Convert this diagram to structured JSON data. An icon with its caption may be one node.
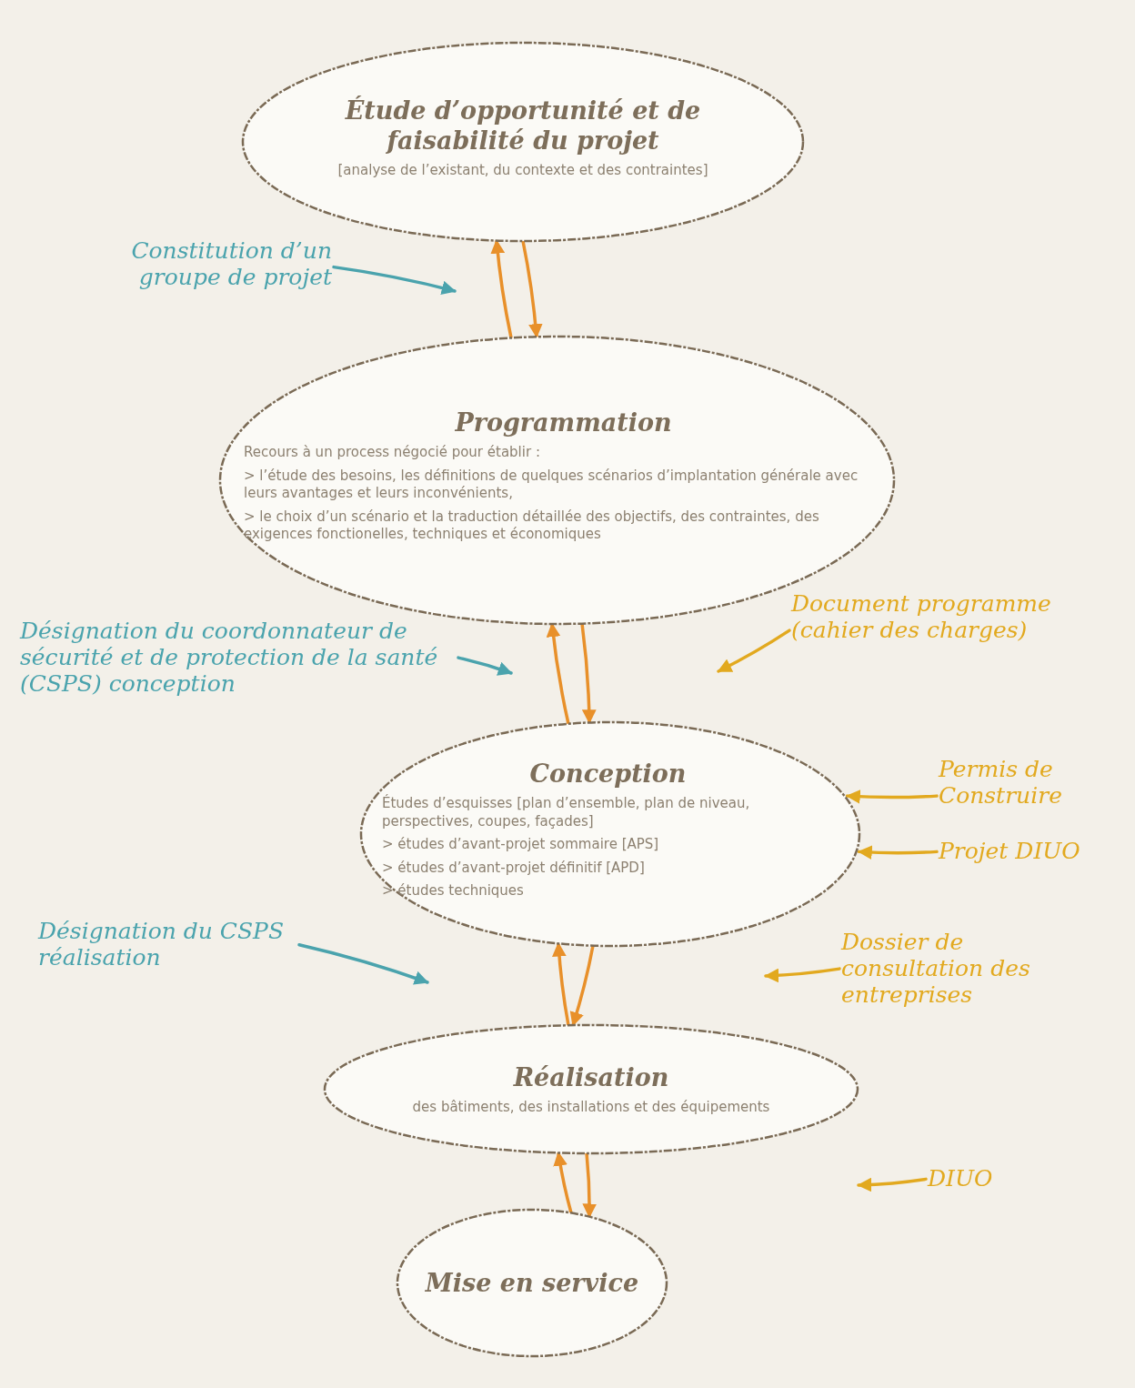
{
  "diagram": {
    "nodes": [
      {
        "text": [
          "Étude d’opportunité et de faisabilité du projet",
          "[analyse de l’existant, du contexte et des contraintes]"
        ]
      },
      {
        "text": [
          "Programmation",
          "Recours à un process négocié pour établir :",
          "> l’étude des besoins, les définitions de quelques scénarios d’implantation générale avec leurs avantages et leurs inconvénients,",
          "> le choix d’un scénario et la traduction détaillée des objectifs, des contraintes, des exigences fonctionelles, techniques et économiques"
        ]
      },
      {
        "text": [
          "Conception",
          "Études d’esquisses [plan d’ensemble, plan de niveau, perspectives, coupes, façades]",
          "> études d’avant-projet sommaire [APS]",
          "> études d’avant-projet définitif [APD]",
          "> études techniques"
        ]
      },
      {
        "text": [
          "Réalisation",
          "des bâtiments, des installations et des équipements"
        ]
      },
      {
        "text": [
          "Mise en service"
        ]
      },
      {
        "text": [
          "Constitution d’un groupe de projet"
        ]
      },
      {
        "text": [
          "Désignation du coordonnateur de sécurité et de protection de la santé (CSPS) conception"
        ]
      },
      {
        "text": [
          "Document programme (cahier des charges)"
        ]
      },
      {
        "text": [
          "Permis de Construire"
        ]
      },
      {
        "text": [
          "Projet DIUO"
        ]
      },
      {
        "text": [
          "Désignation du CSPS réalisation"
        ]
      },
      {
        "text": [
          "Dossier de consultation des entreprises"
        ]
      },
      {
        "text": [
          "DIUO"
        ]
      }
    ],
    "edges": [
      {
        "from": 1,
        "to": 0,
        "arrow": "to"
      },
      {
        "from": 0,
        "to": 1,
        "arrow": "to"
      },
      {
        "from": 5,
        "to": null,
        "arrow": "to",
        "color": "#4aa3ad"
      },
      {
        "from": 2,
        "to": 1,
        "arrow": "to"
      },
      {
        "from": 1,
        "to": 2,
        "arrow": "to"
      },
      {
        "from": 6,
        "to": null,
        "arrow": "to",
        "color": "#4aa3ad"
      },
      {
        "from": 7,
        "to": null,
        "arrow": "to",
        "color": "#e2a91f"
      },
      {
        "from": 8,
        "to": 2,
        "arrow": "to",
        "color": "#e2a91f"
      },
      {
        "from": 9,
        "to": 2,
        "arrow": "to",
        "color": "#e2a91f"
      },
      {
        "from": 3,
        "to": 2,
        "arrow": "to"
      },
      {
        "from": 2,
        "to": 3,
        "arrow": "to"
      },
      {
        "from": 10,
        "to": null,
        "arrow": "to",
        "color": "#4aa3ad"
      },
      {
        "from": 11,
        "to": null,
        "arrow": "to",
        "color": "#e2a91f"
      },
      {
        "from": 4,
        "to": 3,
        "arrow": "to"
      },
      {
        "from": 3,
        "to": 4,
        "arrow": "to"
      },
      {
        "from": 12,
        "to": null,
        "arrow": "to",
        "color": "#e2a91f"
      }
    ]
  }
}
